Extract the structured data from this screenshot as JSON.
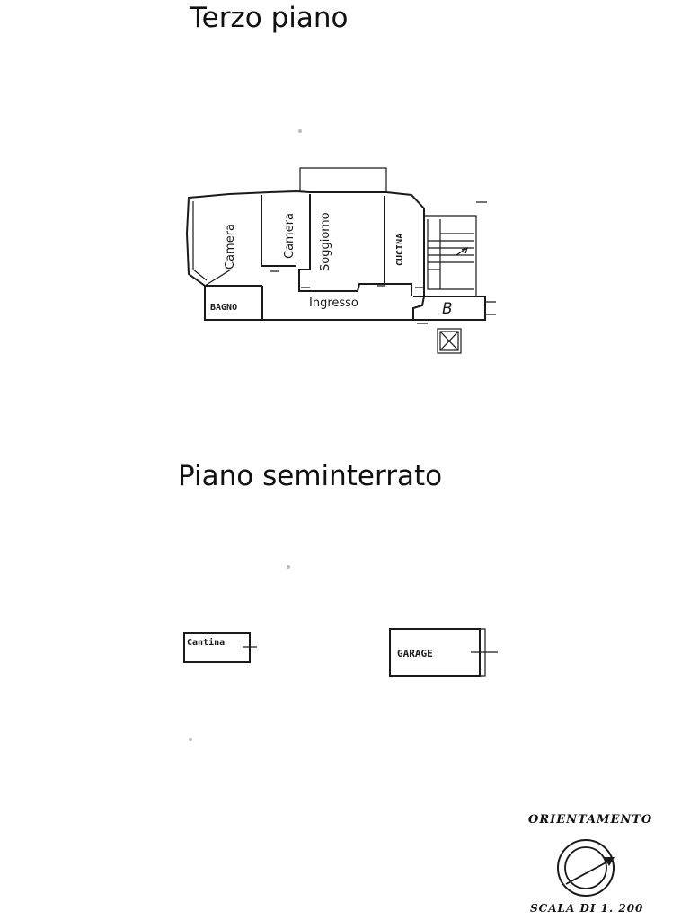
{
  "floors": {
    "upper": {
      "title": "Terzo piano",
      "rooms": {
        "camera_1": "Camera",
        "camera_2": "Camera",
        "soggiorno": "Soggiorno",
        "cucina": "CUCINA",
        "bagno": "BAGNO",
        "ingresso": "Ingresso",
        "stair_mark": "B"
      }
    },
    "basement": {
      "title": "Piano seminterrato",
      "rooms": {
        "cantina": "Cantina",
        "garage": "GARAGE"
      }
    }
  },
  "orientation": {
    "label": "ORIENTAMENTO",
    "scale": "SCALA DI 1. 200",
    "icon": "compass-icon"
  }
}
